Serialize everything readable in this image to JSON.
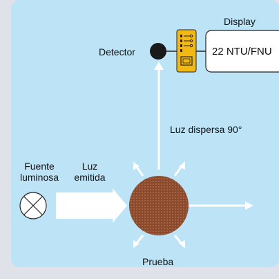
{
  "diagram": {
    "display_title": "Display",
    "display_value": "22 NTU/FNU",
    "detector_label": "Detector",
    "scatter_label": "Luz dispersa 90°",
    "source_label_line1": "Fuente",
    "source_label_line2": "luminosa",
    "emitted_label_line1": "Luz",
    "emitted_label_line2": "emitida",
    "sample_label": "Prueba"
  },
  "colors": {
    "panel_background": "#bde3f7",
    "outer_background": "#dfe2e8",
    "circuit_board": "#f2b816",
    "sample_fill": "#8a4a2e",
    "arrows": "#ffffff"
  }
}
